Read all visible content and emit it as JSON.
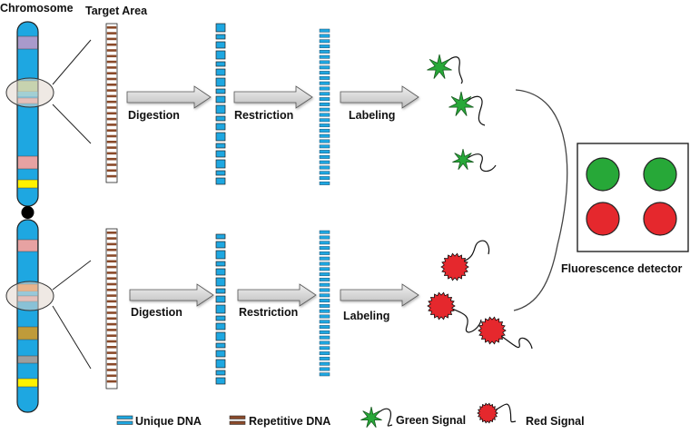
{
  "labels": {
    "chromosome": "Chromosome",
    "target_area": "Target Area",
    "top_steps": [
      "Digestion",
      "Restriction",
      "Labeling"
    ],
    "bottom_steps": [
      "Digestion",
      "Restriction",
      "Labeling"
    ],
    "detector": "Fluorescence detector"
  },
  "legend": {
    "unique": "Unique  DNA",
    "repetitive": "Repetitive  DNA",
    "green_signal": "Green Signal",
    "red_signal": "Red  Signal"
  },
  "colors": {
    "chromosome": "#1ea7e1",
    "band_purple": "#a99acb",
    "band_green": "#a7cf8a",
    "band_pink": "#e7a2a2",
    "band_yellow": "#fff200",
    "band_orange": "#f08a3c",
    "band_olive": "#bf9b3a",
    "band_gray": "#9e9e9e",
    "unique_dna": "#1ea7e1",
    "repetitive_dna": "#8a4a2a",
    "green_signal": "#27a838",
    "red_signal": "#e5282d",
    "arrow": "#d7d7d7"
  },
  "icons": {
    "arrow": "block-arrow-icon",
    "green_signal": "green-star-icon",
    "red_signal": "red-starburst-icon"
  }
}
